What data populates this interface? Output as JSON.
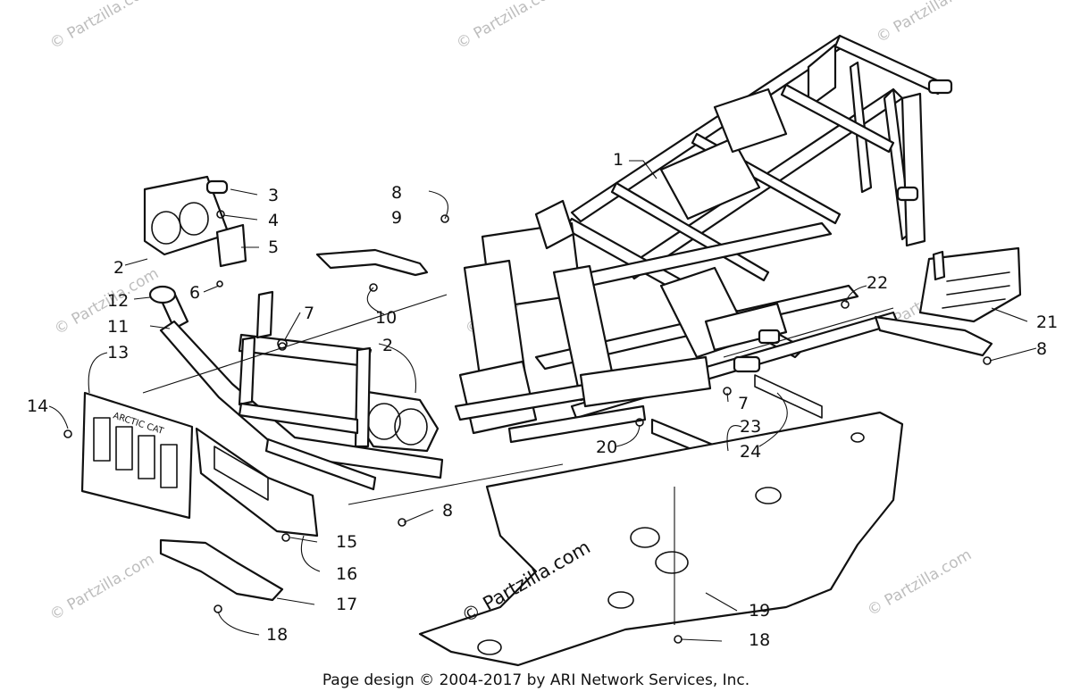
{
  "diagram": {
    "watermark_text": "© Partzilla.com",
    "watermark_main": "© Partzilla.com",
    "grille_text": "ARCTIC CAT",
    "callouts": [
      "1",
      "2",
      "2",
      "3",
      "4",
      "5",
      "6",
      "7",
      "7",
      "8",
      "9",
      "8",
      "8",
      "10",
      "11",
      "12",
      "13",
      "14",
      "15",
      "16",
      "17",
      "18",
      "18",
      "19",
      "20",
      "21",
      "22",
      "23",
      "24"
    ],
    "colors": {
      "line": "#111111",
      "watermark": "#bdbdbd",
      "background": "#ffffff"
    }
  },
  "footer": {
    "text": "Page design © 2004-2017 by ARI Network Services, Inc."
  }
}
